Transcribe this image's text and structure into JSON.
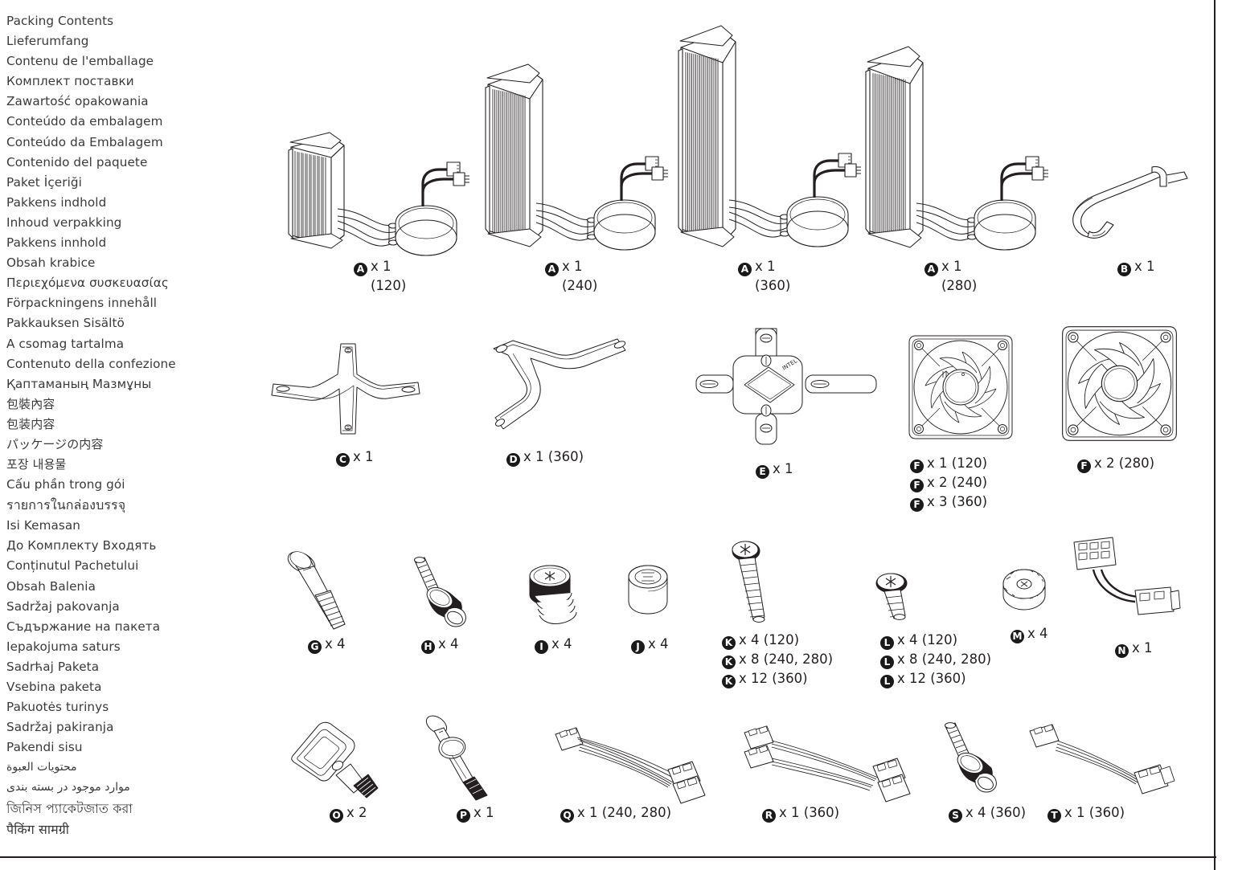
{
  "page": {
    "title_languages": [
      "Packing Contents",
      "Lieferumfang",
      "Contenu de l'emballage",
      "Комплект поставки",
      "Zawartość opakowania",
      "Conteúdo da embalagem",
      "Conteúdo da Embalagem",
      "Contenido del paquete",
      "Paket İçeriği",
      "Pakkens indhold",
      "Inhoud verpakking",
      "Pakkens innhold",
      "Obsah krabice",
      "Περιεχόμενα συσκευασίας",
      "Förpackningens innehåll",
      "Pakkauksen Sisältö",
      "A csomag tartalma",
      "Contenuto della confezione",
      "Қаптаманың Мазмұны",
      "包裝內容",
      "包装内容",
      "パッケージの内容",
      "포장 내용물",
      "Cấu phần trong gói",
      "รายการในกล่องบรรจุ",
      "Isi Kemasan",
      "До Комплекту Входять",
      "Conținutul Pachetului",
      "Obsah Balenia",
      "Sadržaj pakovanja",
      "Съдържание на пакета",
      "Iepakojuma saturs",
      "Sadrћaj Paketa",
      "Vsebina paketa",
      "Pakuotės turinys",
      "Sadržaj pakiranja",
      "Pakendi sisu",
      "محتويات العبوة",
      "موارد موجود در بسته بندی",
      "জিনিস প্যাকেটজাত করা",
      "पैकिंग सामग्री"
    ]
  },
  "components": [
    {
      "key": "a120",
      "letter": "A",
      "icon": "radiator-pump-assembly",
      "lines": [
        "x 1",
        "(120)"
      ]
    },
    {
      "key": "a240",
      "letter": "A",
      "icon": "radiator-pump-assembly",
      "lines": [
        "x 1",
        "(240)"
      ]
    },
    {
      "key": "a360",
      "letter": "A",
      "icon": "radiator-pump-assembly",
      "lines": [
        "x 1",
        "(360)"
      ]
    },
    {
      "key": "a280",
      "letter": "A",
      "icon": "radiator-pump-assembly",
      "lines": [
        "x 1",
        "(280)"
      ]
    },
    {
      "key": "b",
      "letter": "B",
      "icon": "retention-clip",
      "lines": [
        "x 1"
      ]
    },
    {
      "key": "c",
      "letter": "C",
      "icon": "amd-mounting-bracket",
      "lines": [
        "x 1"
      ]
    },
    {
      "key": "d",
      "letter": "D",
      "icon": "mounting-bracket-360",
      "lines": [
        "x 1 (360)"
      ]
    },
    {
      "key": "e",
      "letter": "E",
      "icon": "intel-backplate",
      "lines": [
        "x 1"
      ]
    },
    {
      "key": "f120",
      "letter": "F",
      "icon": "cooling-fan",
      "lines": [
        "x 1 (120)",
        "x 2 (240)",
        "x 3 (360)"
      ],
      "letters": [
        "F",
        "F",
        "F"
      ]
    },
    {
      "key": "f280",
      "letter": "F",
      "icon": "cooling-fan",
      "lines": [
        "x 2 (280)"
      ]
    },
    {
      "key": "g",
      "letter": "G",
      "icon": "long-screw",
      "lines": [
        "x 4"
      ]
    },
    {
      "key": "h",
      "letter": "H",
      "icon": "standoff-screw",
      "lines": [
        "x 4"
      ]
    },
    {
      "key": "i",
      "letter": "I",
      "icon": "thumb-nut",
      "lines": [
        "x 4"
      ]
    },
    {
      "key": "j",
      "letter": "J",
      "icon": "spacer-sleeve",
      "lines": [
        "x 4"
      ]
    },
    {
      "key": "k",
      "letter": "K",
      "icon": "fan-screw-long",
      "lines": [
        "x 4 (120)",
        "x 8 (240, 280)",
        "x 12 (360)"
      ],
      "letters": [
        "K",
        "K",
        "K"
      ]
    },
    {
      "key": "l",
      "letter": "L",
      "icon": "fan-screw-short",
      "lines": [
        "x 4 (120)",
        "x 8 (240, 280)",
        "x 12 (360)"
      ],
      "letters": [
        "L",
        "L",
        "L"
      ]
    },
    {
      "key": "m",
      "letter": "M",
      "icon": "knurled-washer",
      "lines": [
        "x 4"
      ]
    },
    {
      "key": "n",
      "letter": "N",
      "icon": "power-adapter-cable",
      "lines": [
        "x 1"
      ]
    },
    {
      "key": "o",
      "letter": "O",
      "icon": "mounting-block",
      "lines": [
        "x 2"
      ]
    },
    {
      "key": "p",
      "letter": "P",
      "icon": "thermal-paste-syringe",
      "lines": [
        "x 1"
      ]
    },
    {
      "key": "q",
      "letter": "Q",
      "icon": "fan-splitter-cable",
      "lines": [
        "x 1 (240, 280)"
      ]
    },
    {
      "key": "r",
      "letter": "R",
      "icon": "fan-splitter-cable-360",
      "lines": [
        "x 1 (360)"
      ]
    },
    {
      "key": "s",
      "letter": "S",
      "icon": "standoff-screw-360",
      "lines": [
        "x 4 (360)"
      ]
    },
    {
      "key": "t",
      "letter": "T",
      "icon": "extension-cable",
      "lines": [
        "x 1 (360)"
      ]
    }
  ],
  "marks": {
    "intel_label": "INTEL"
  }
}
